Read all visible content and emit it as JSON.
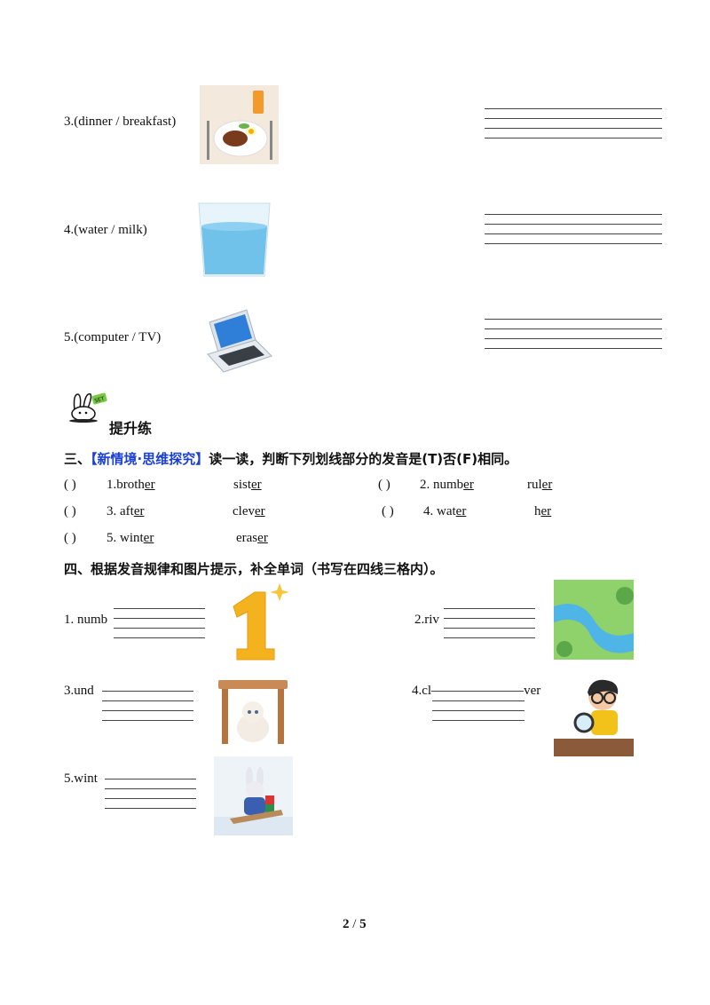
{
  "part_two_items": [
    {
      "label": "3.(dinner  /  breakfast)"
    },
    {
      "label": "4.(water  /  milk)"
    },
    {
      "label": "5.(computer  /  TV)"
    }
  ],
  "improve_title": "提升练",
  "section3": {
    "num": "三、",
    "tag": "【新情境·思维探究】",
    "instr": "读一读，判断下列划线部分的发音是(T)否(F)相同。",
    "rows": [
      {
        "paren": "(          )",
        "idx": "1.",
        "w1a": "broth",
        "w1b": "er",
        "w2a": "sist",
        "w2b": "er",
        "paren2": "(          )",
        "idx2": "2.  ",
        "w3a": "numb",
        "w3b": "er",
        "w4a": "rul",
        "w4b": "er"
      },
      {
        "paren": "(          )",
        "idx": "3.  ",
        "w1a": "aft",
        "w1b": "er",
        "w2a": "clev",
        "w2b": "er",
        "paren2": "(          )",
        "idx2": "4.  ",
        "w3a": "wat",
        "w3b": "er",
        "w4a": "h",
        "w4b": "er"
      },
      {
        "paren": "(          )",
        "idx": "5.  ",
        "w1a": "wint",
        "w1b": "er",
        "w2a": "eras",
        "w2b": "er"
      }
    ]
  },
  "section4": {
    "title": "四、根据发音规律和图片提示，补全单词（书写在四线三格内）。",
    "items": [
      {
        "pre": "1.  numb",
        "post": ""
      },
      {
        "pre": "2.riv",
        "post": ""
      },
      {
        "pre": "3.und",
        "post": ""
      },
      {
        "pre": "4.cl",
        "post": "ver"
      },
      {
        "pre": "5.wint",
        "post": ""
      }
    ]
  },
  "icon_badge": "SET",
  "pager": {
    "current": "2",
    "sep": "/",
    "total": "5"
  },
  "colors": {
    "accent_blue": "#1a3fd6",
    "orange": "#f5a623",
    "water_blue": "#5bb8e8"
  }
}
